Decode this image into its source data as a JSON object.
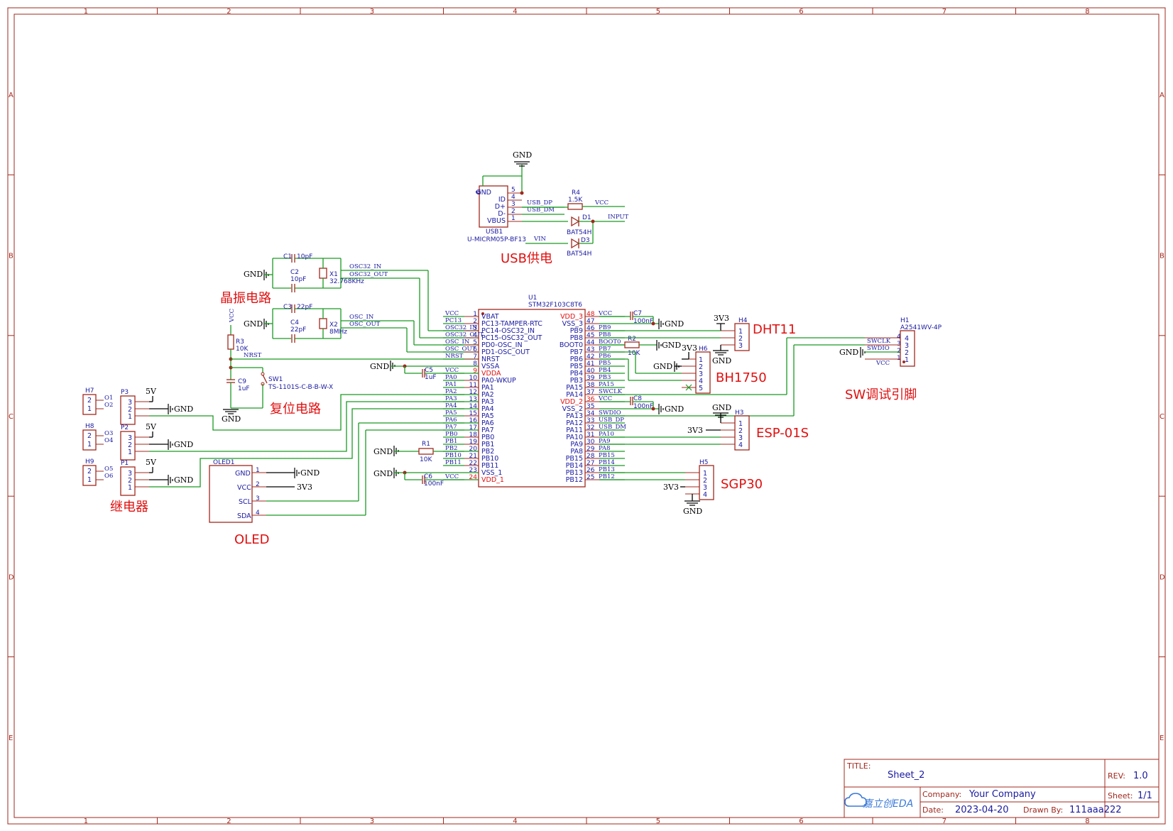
{
  "frame": {
    "columns": [
      "1",
      "2",
      "3",
      "4",
      "5",
      "6",
      "7",
      "8"
    ],
    "rows": [
      "A",
      "B",
      "C",
      "D",
      "E"
    ]
  },
  "section_labels": {
    "usb": "USB供电",
    "crystal": "晶振电路",
    "reset": "复位电路",
    "relay": "继电器",
    "oled": "OLED",
    "dht11": "DHT11",
    "bh1750": "BH1750",
    "sw": "SW调试引脚",
    "esp": "ESP-01S",
    "sgp30": "SGP30"
  },
  "power": {
    "gnd": "GND",
    "vcc": "VCC",
    "v3": "3V3",
    "v5": "5V"
  },
  "mcu": {
    "ref": "U1",
    "part": "STM32F103C8T6",
    "left_pins": [
      {
        "num": "1",
        "name": "VBAT",
        "net": "VCC"
      },
      {
        "num": "2",
        "name": "PC13-TAMPER-RTC",
        "net": "PC13"
      },
      {
        "num": "3",
        "name": "PC14-OSC32_IN",
        "net": "OSC32_IN"
      },
      {
        "num": "4",
        "name": "PC15-OSC32_OUT",
        "net": "OSC32_OUT"
      },
      {
        "num": "5",
        "name": "PD0-OSC_IN",
        "net": "OSC_IN"
      },
      {
        "num": "6",
        "name": "PD1-OSC_OUT",
        "net": "OSC_OUT"
      },
      {
        "num": "7",
        "name": "NRST",
        "net": "NRST"
      },
      {
        "num": "8",
        "name": "VSSA",
        "net": ""
      },
      {
        "num": "9",
        "name": "VDDA",
        "net": "VCC"
      },
      {
        "num": "10",
        "name": "PA0-WKUP",
        "net": "PA0"
      },
      {
        "num": "11",
        "name": "PA1",
        "net": "PA1"
      },
      {
        "num": "12",
        "name": "PA2",
        "net": "PA2"
      },
      {
        "num": "13",
        "name": "PA3",
        "net": "PA3"
      },
      {
        "num": "14",
        "name": "PA4",
        "net": "PA4"
      },
      {
        "num": "15",
        "name": "PA5",
        "net": "PA5"
      },
      {
        "num": "16",
        "name": "PA6",
        "net": "PA6"
      },
      {
        "num": "17",
        "name": "PA7",
        "net": "PA7"
      },
      {
        "num": "18",
        "name": "PB0",
        "net": "PB0"
      },
      {
        "num": "19",
        "name": "PB1",
        "net": "PB1"
      },
      {
        "num": "20",
        "name": "PB2",
        "net": "PB2"
      },
      {
        "num": "21",
        "name": "PB10",
        "net": "PB10"
      },
      {
        "num": "22",
        "name": "PB11",
        "net": "PB11"
      },
      {
        "num": "23",
        "name": "VSS_1",
        "net": ""
      },
      {
        "num": "24",
        "name": "VDD_1",
        "net": "VCC"
      }
    ],
    "right_pins": [
      {
        "num": "48",
        "name": "VDD_3",
        "net": "VCC"
      },
      {
        "num": "47",
        "name": "VSS_3",
        "net": ""
      },
      {
        "num": "46",
        "name": "PB9",
        "net": "PB9"
      },
      {
        "num": "45",
        "name": "PB8",
        "net": "PB8"
      },
      {
        "num": "44",
        "name": "BOOT0",
        "net": "BOOT0"
      },
      {
        "num": "43",
        "name": "PB7",
        "net": "PB7"
      },
      {
        "num": "42",
        "name": "PB6",
        "net": "PB6"
      },
      {
        "num": "41",
        "name": "PB5",
        "net": "PB5"
      },
      {
        "num": "40",
        "name": "PB4",
        "net": "PB4"
      },
      {
        "num": "39",
        "name": "PB3",
        "net": "PB3"
      },
      {
        "num": "38",
        "name": "PA15",
        "net": "PA15"
      },
      {
        "num": "37",
        "name": "PA14",
        "net": "SWCLK"
      },
      {
        "num": "36",
        "name": "VDD_2",
        "net": "VCC"
      },
      {
        "num": "35",
        "name": "VSS_2",
        "net": ""
      },
      {
        "num": "34",
        "name": "PA13",
        "net": "SWDIO"
      },
      {
        "num": "33",
        "name": "PA12",
        "net": "USB_DP"
      },
      {
        "num": "32",
        "name": "PA11",
        "net": "USB_DM"
      },
      {
        "num": "31",
        "name": "PA10",
        "net": "PA10"
      },
      {
        "num": "30",
        "name": "PA9",
        "net": "PA9"
      },
      {
        "num": "29",
        "name": "PA8",
        "net": "PA8"
      },
      {
        "num": "28",
        "name": "PB15",
        "net": "PB15"
      },
      {
        "num": "27",
        "name": "PB14",
        "net": "PB14"
      },
      {
        "num": "26",
        "name": "PB13",
        "net": "PB13"
      },
      {
        "num": "25",
        "name": "PB12",
        "net": "PB12"
      }
    ]
  },
  "usb": {
    "ref": "USB1",
    "part": "U-MICRM05P-BF13",
    "shell": "6",
    "pins": [
      {
        "num": "5",
        "name": "GND"
      },
      {
        "num": "4",
        "name": "ID"
      },
      {
        "num": "3",
        "name": "D+"
      },
      {
        "num": "2",
        "name": "D-"
      },
      {
        "num": "1",
        "name": "VBUS"
      }
    ],
    "net_dp": "USB_DP",
    "net_dm": "USB_DM",
    "net_vcc": "VCC",
    "net_input": "INPUT",
    "net_vin": "VIN",
    "r4_ref": "R4",
    "r4_val": "1.5K",
    "d1_ref": "D1",
    "d1_val": "BAT54H",
    "d3_ref": "D3",
    "d3_val": "BAT54H"
  },
  "crystal": {
    "c1_ref": "C1",
    "c1_val": "10pF",
    "c2_ref": "C2",
    "c2_val": "10pF",
    "x1_ref": "X1",
    "x1_val": "32.768KHz",
    "c3_ref": "C3",
    "c3_val": "22pF",
    "c4_ref": "C4",
    "c4_val": "22pF",
    "x2_ref": "X2",
    "x2_val": "8MHz",
    "net_osc32_in": "OSC32_IN",
    "net_osc32_out": "OSC32_OUT",
    "net_osc_in": "OSC_IN",
    "net_osc_out": "OSC_OUT"
  },
  "reset": {
    "r3_ref": "R3",
    "r3_val": "10K",
    "c9_ref": "C9",
    "c9_val": "1uF",
    "sw_ref": "SW1",
    "sw_val": "TS-1101S-C-B-B-W-X",
    "net": "NRST"
  },
  "caps": {
    "c5_ref": "C5",
    "c5_val": "1uF",
    "c6_ref": "C6",
    "c6_val": "100nF",
    "c7_ref": "C7",
    "c7_val": "100nF",
    "c8_ref": "C8",
    "c8_val": "100nF",
    "r1_ref": "R1",
    "r1_val": "10K",
    "r2_ref": "R2",
    "r2_val": "10K"
  },
  "relays": [
    {
      "h": "H7",
      "p": "P3",
      "o_a": "O1",
      "o_b": "O2"
    },
    {
      "h": "H8",
      "p": "P2",
      "o_a": "O3",
      "o_b": "O4"
    },
    {
      "h": "H9",
      "p": "P1",
      "o_a": "O5",
      "o_b": "O6"
    }
  ],
  "oled": {
    "ref": "OLED1",
    "pins": [
      {
        "num": "1",
        "name": "GND"
      },
      {
        "num": "2",
        "name": "VCC"
      },
      {
        "num": "3",
        "name": "SCL"
      },
      {
        "num": "4",
        "name": "SDA"
      }
    ]
  },
  "dht11": {
    "ref": "H4"
  },
  "bh1750": {
    "ref": "H6"
  },
  "esp": {
    "ref": "H3"
  },
  "sgp30": {
    "ref": "H5"
  },
  "swd": {
    "ref": "H1",
    "part": "A2541WV-4P",
    "net_swclk": "SWCLK",
    "net_swdio": "SWDIO",
    "net_vcc": "VCC"
  },
  "title_block": {
    "title_label": "TITLE:",
    "title": "Sheet_2",
    "rev_label": "REV:",
    "rev": "1.0",
    "company_label": "Company:",
    "company": "Your Company",
    "sheet_label": "Sheet:",
    "sheet": "1/1",
    "date_label": "Date:",
    "date": "2023-04-20",
    "drawn_label": "Drawn By:",
    "drawn": "111aaa222",
    "logo": "嘉立创EDA"
  }
}
